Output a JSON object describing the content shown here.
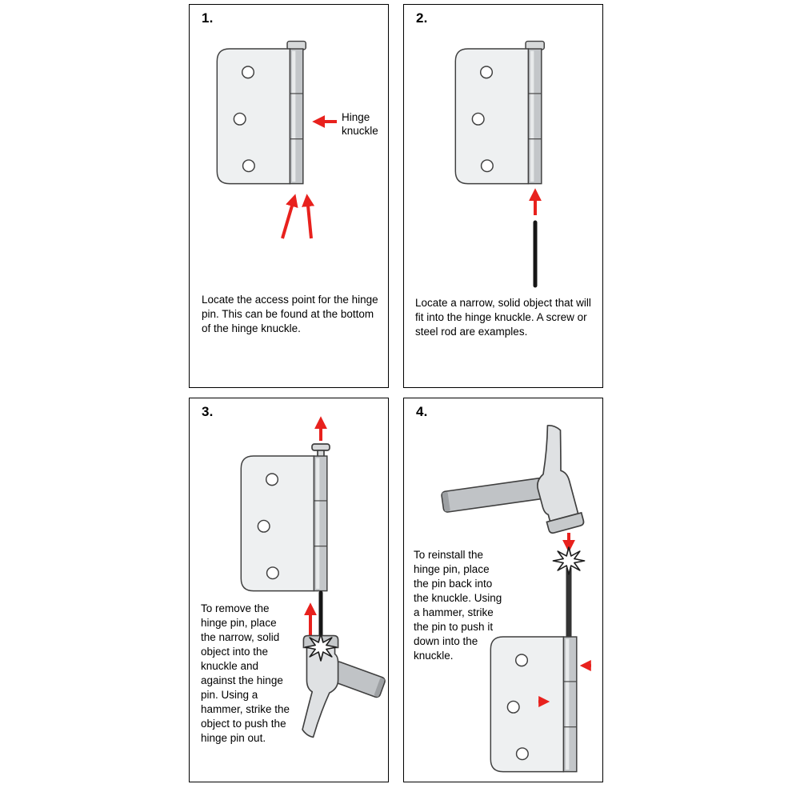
{
  "colors": {
    "accent_red": "#e8211d",
    "outline": "#3f3f3f",
    "metal_light": "#eef0f1",
    "metal_mid": "#c3c6c9",
    "rod_black": "#161616",
    "pin_grey": "#333333"
  },
  "panels": [
    {
      "number": "1.",
      "callout": "Hinge knuckle",
      "caption": "Locate the access point for the hinge pin. This can be found at the bottom of the hinge knuckle."
    },
    {
      "number": "2.",
      "caption": "Locate a narrow, solid object that will fit into the hinge knuckle. A screw or steel rod are examples."
    },
    {
      "number": "3.",
      "caption": "To remove the hinge pin, place the narrow, solid object into the knuckle and against the hinge pin. Using a hammer, strike the object to push the hinge pin out."
    },
    {
      "number": "4.",
      "caption": "To reinstall the hinge pin, place the pin back into the knuckle. Using a hammer, strike the pin to push it down into the knuckle."
    }
  ]
}
